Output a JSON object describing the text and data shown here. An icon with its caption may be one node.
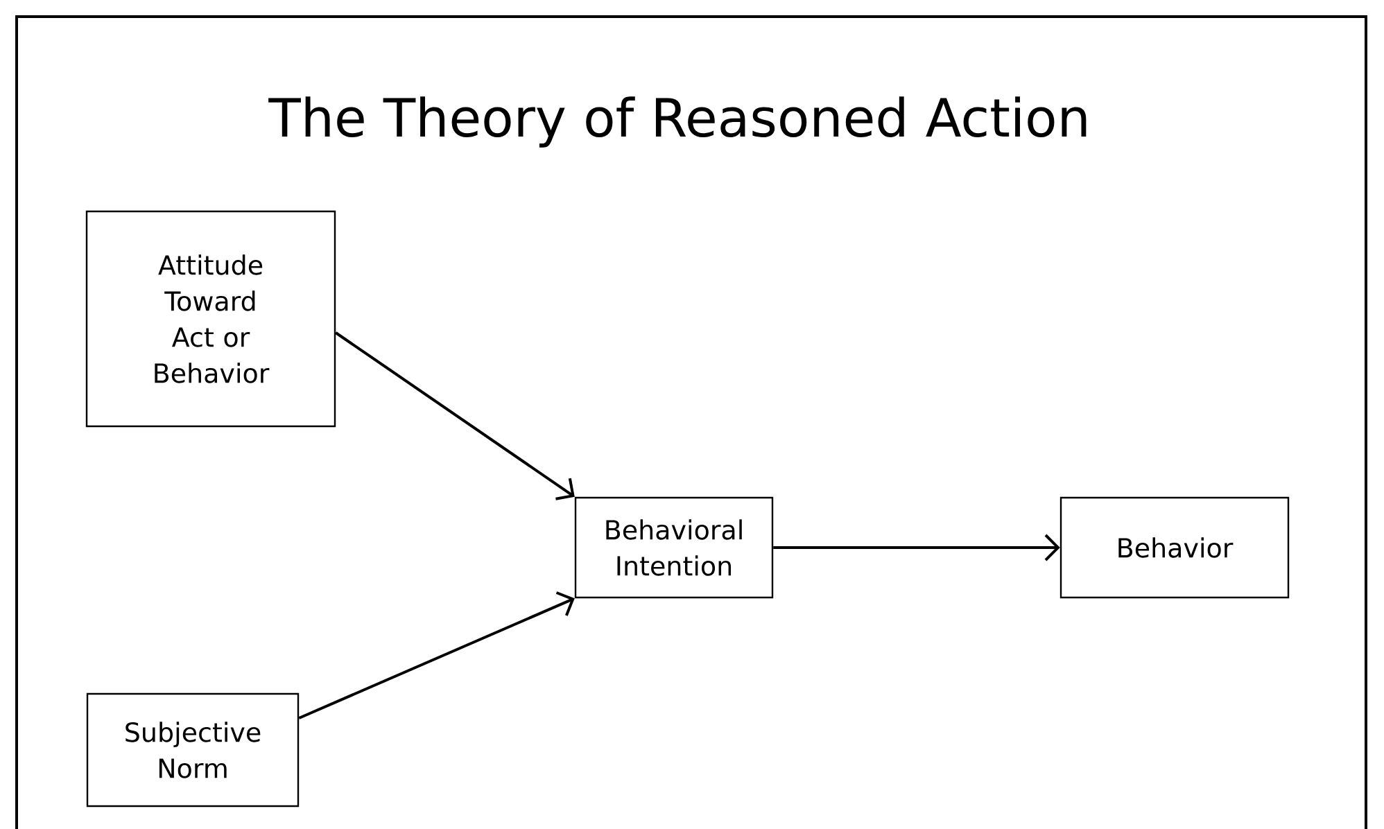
{
  "diagram": {
    "title": "The Theory of Reasoned Action",
    "nodes": [
      {
        "text": [
          "Attitude Toward Act or Behavior"
        ]
      },
      {
        "text": [
          "Behavioral Intention"
        ]
      },
      {
        "text": [
          "Behavior"
        ]
      },
      {
        "text": [
          "Subjective Norm"
        ]
      }
    ],
    "edges": [
      {
        "from": 0,
        "to": 1,
        "arrow": "to"
      },
      {
        "from": 3,
        "to": 1,
        "arrow": "to"
      },
      {
        "from": 1,
        "to": 2,
        "arrow": "to"
      }
    ]
  }
}
